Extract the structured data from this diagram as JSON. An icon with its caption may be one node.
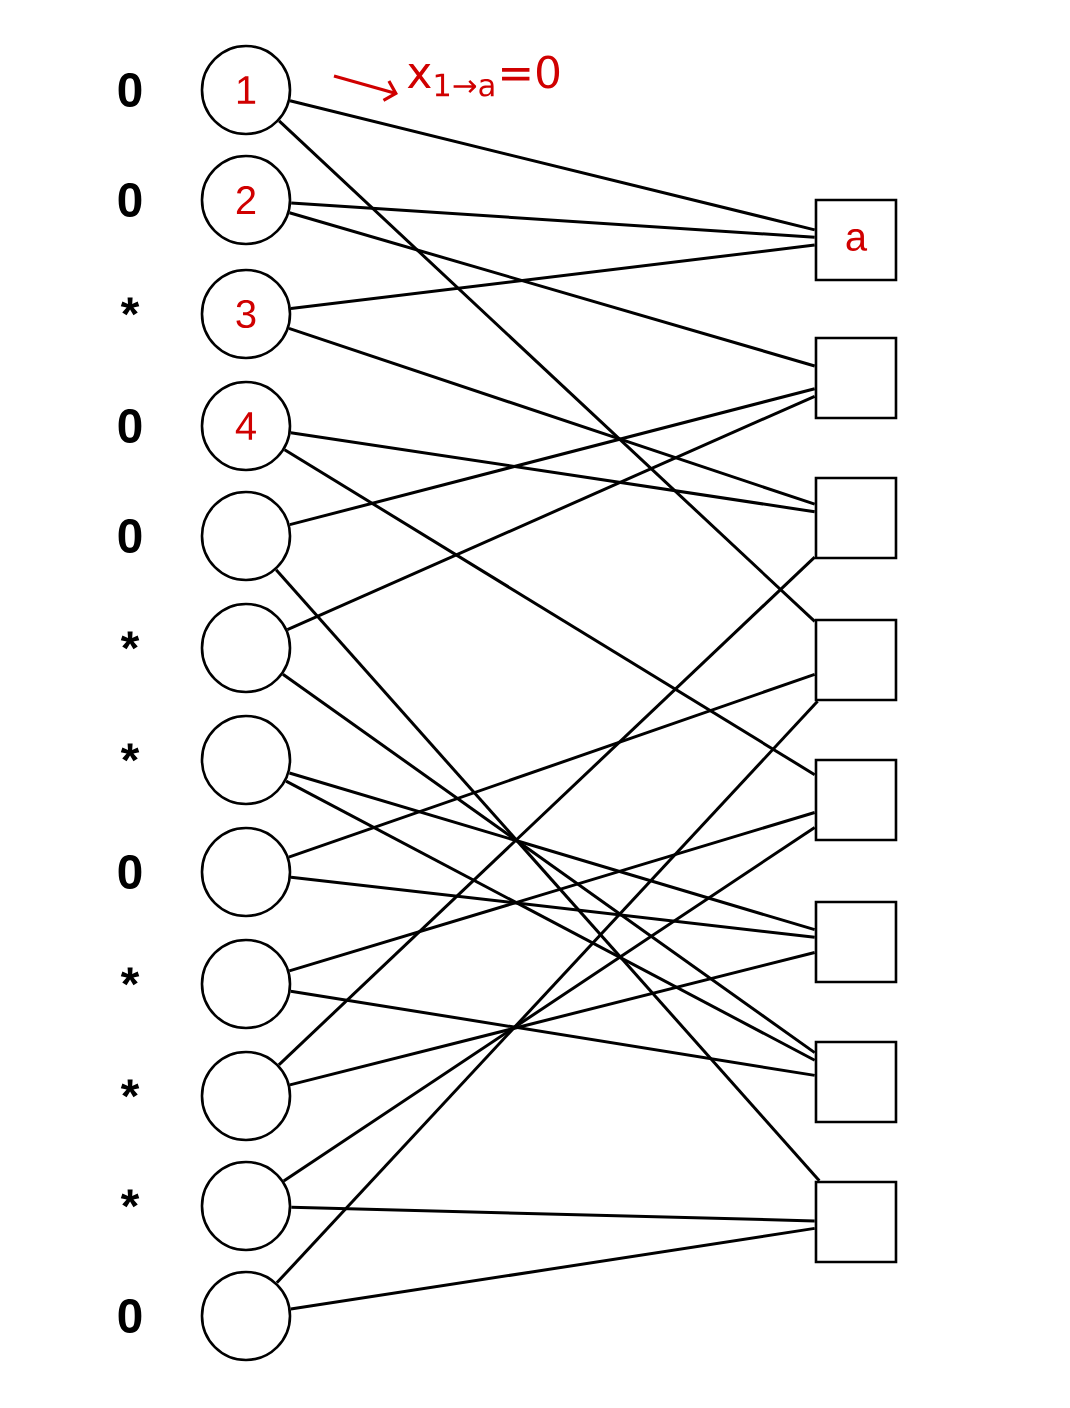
{
  "diagram": {
    "nodes": [
      {
        "text": [
          "1"
        ]
      },
      {
        "text": [
          "2"
        ]
      },
      {
        "text": [
          "3"
        ]
      },
      {
        "text": [
          "4"
        ]
      },
      {
        "text": [],
        "shape": "circle"
      },
      {
        "text": [],
        "shape": "circle"
      },
      {
        "text": [],
        "shape": "circle"
      },
      {
        "text": [],
        "shape": "circle"
      },
      {
        "text": [],
        "shape": "circle"
      },
      {
        "text": [],
        "shape": "circle"
      },
      {
        "text": [],
        "shape": "circle"
      },
      {
        "text": [],
        "shape": "circle"
      },
      {
        "text": [
          "a"
        ]
      },
      {
        "text": [],
        "shape": "box"
      },
      {
        "text": [],
        "shape": "box"
      },
      {
        "text": [],
        "shape": "box"
      },
      {
        "text": [],
        "shape": "box"
      },
      {
        "text": [],
        "shape": "box"
      },
      {
        "text": [],
        "shape": "box"
      },
      {
        "text": [],
        "shape": "box"
      }
    ],
    "edges": [
      {
        "from": 0,
        "to": 12,
        "arrow": "none"
      },
      {
        "from": 0,
        "to": 15,
        "arrow": "none"
      },
      {
        "from": 1,
        "to": 12,
        "arrow": "none"
      },
      {
        "from": 1,
        "to": 13,
        "arrow": "none"
      },
      {
        "from": 2,
        "to": 12,
        "arrow": "none"
      },
      {
        "from": 2,
        "to": 14,
        "arrow": "none"
      },
      {
        "from": 3,
        "to": 14,
        "arrow": "none"
      },
      {
        "from": 3,
        "to": 16,
        "arrow": "none"
      },
      {
        "from": 4,
        "to": 13,
        "arrow": "none"
      },
      {
        "from": 4,
        "to": 19,
        "arrow": "none"
      },
      {
        "from": 5,
        "to": 13,
        "arrow": "none"
      },
      {
        "from": 5,
        "to": 18,
        "arrow": "none"
      },
      {
        "from": 6,
        "to": 17,
        "arrow": "none"
      },
      {
        "from": 6,
        "to": 18,
        "arrow": "none"
      },
      {
        "from": 7,
        "to": 15,
        "arrow": "none"
      },
      {
        "from": 7,
        "to": 17,
        "arrow": "none"
      },
      {
        "from": 8,
        "to": 16,
        "arrow": "none"
      },
      {
        "from": 8,
        "to": 18,
        "arrow": "none"
      },
      {
        "from": 9,
        "to": 14,
        "arrow": "none"
      },
      {
        "from": 9,
        "to": 17,
        "arrow": "none"
      },
      {
        "from": 10,
        "to": 16,
        "arrow": "none"
      },
      {
        "from": 10,
        "to": 19,
        "arrow": "none"
      },
      {
        "from": 11,
        "to": 15,
        "arrow": "none"
      },
      {
        "from": 11,
        "to": 19,
        "arrow": "none"
      }
    ],
    "labels": [
      "x$_{1→a}$=0",
      "0",
      "0",
      "*",
      "0",
      "0",
      "*",
      "*",
      "0",
      "*",
      "*",
      "*",
      "0"
    ]
  }
}
